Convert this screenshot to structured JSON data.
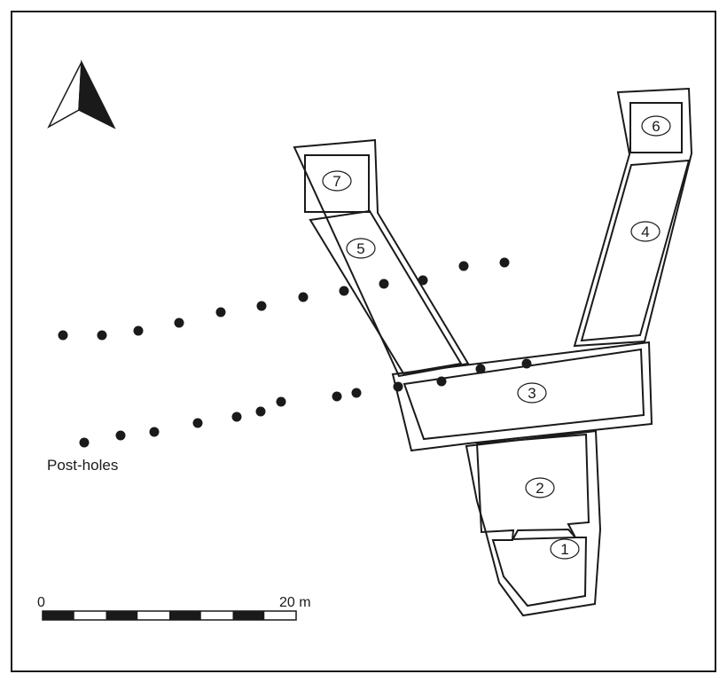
{
  "rooms": [
    {
      "number": "1"
    },
    {
      "number": "2"
    },
    {
      "number": "3"
    },
    {
      "number": "4"
    },
    {
      "number": "5"
    },
    {
      "number": "6"
    },
    {
      "number": "7"
    }
  ],
  "post_holes": {
    "label": "Post-holes"
  },
  "scale_bar": {
    "start_label": "0",
    "end_label": "20 m",
    "segments": 8
  },
  "north_arrow": {
    "icon": "north-arrow-icon"
  },
  "colors": {
    "ink": "#1a1a1a",
    "background": "#ffffff"
  }
}
